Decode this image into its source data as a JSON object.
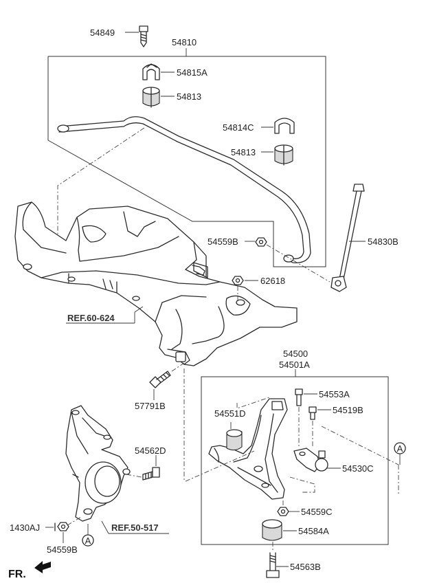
{
  "labels": {
    "l54849": "54849",
    "l54810": "54810",
    "l54815A": "54815A",
    "l54813a": "54813",
    "l54814C": "54814C",
    "l54813b": "54813",
    "l54559Ba": "54559B",
    "l54830B": "54830B",
    "l62618": "62618",
    "l54500": "54500",
    "l54501A": "54501A",
    "l54553A": "54553A",
    "l54519B": "54519B",
    "l54551D": "54551D",
    "l54530C": "54530C",
    "l54559C": "54559C",
    "l54584A": "54584A",
    "l54563B": "54563B",
    "l57791B": "57791B",
    "l54562D": "54562D",
    "l1430AJ": "1430AJ",
    "l54559Bb": "54559B"
  },
  "refs": {
    "ref60": "REF.60-624",
    "ref50": "REF.50-517"
  },
  "markers": {
    "a1": "A",
    "a2": "A"
  },
  "direction": "FR."
}
